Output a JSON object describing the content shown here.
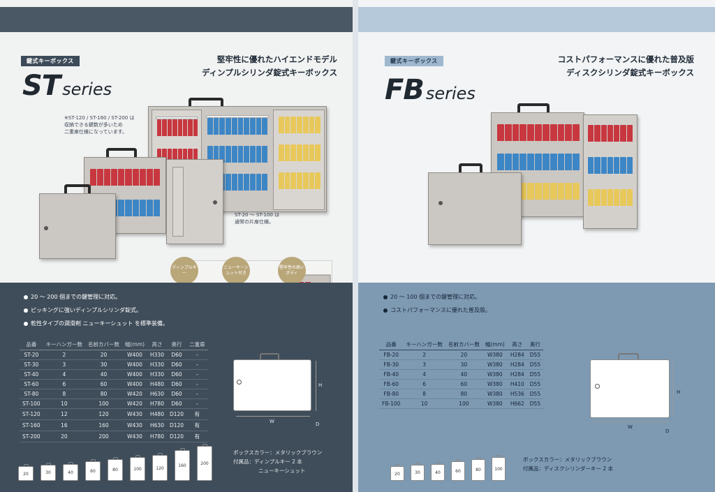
{
  "st": {
    "category": "鍵式キーボックス",
    "series_big": "ST",
    "series_small": "series",
    "tagline_1": "堅牢性に優れたハイエンドモデル",
    "tagline_2": "ディンプルシリンダ錠式キーボックス",
    "callout_1": [
      "※ST-120 / ST-160 / ST-200 は",
      "収納できる鍵数が多いため",
      "二重扉仕様になっています。"
    ],
    "callout_2": [
      "ST-20 ～ ST-100 は",
      "通常の片扉仕様。"
    ],
    "badges": [
      "ディンプルキー",
      "ニューキーシュット付き",
      "堅牢性の高いボディ"
    ],
    "features": [
      "20 ～ 200 個までの鍵管理に対応。",
      "ピッキングに強いディンプルシリンダ錠式。",
      "乾性タイプの潤滑剤 ニューキーシュット を標準装備。"
    ],
    "table_headers": [
      "品番",
      "キーハンガー数",
      "名前カバー数",
      "幅(mm)",
      "高さ",
      "奥行",
      "二重扉"
    ],
    "table_rows": [
      [
        "ST-20",
        "2",
        "20",
        "W400",
        "H330",
        "D60",
        "-"
      ],
      [
        "ST-30",
        "3",
        "30",
        "W400",
        "H330",
        "D60",
        "-"
      ],
      [
        "ST-40",
        "4",
        "40",
        "W400",
        "H330",
        "D60",
        "-"
      ],
      [
        "ST-60",
        "6",
        "60",
        "W400",
        "H480",
        "D60",
        "-"
      ],
      [
        "ST-80",
        "8",
        "80",
        "W420",
        "H630",
        "D60",
        "-"
      ],
      [
        "ST-100",
        "10",
        "100",
        "W420",
        "H780",
        "D60",
        "-"
      ],
      [
        "ST-120",
        "12",
        "120",
        "W430",
        "H480",
        "D120",
        "有"
      ],
      [
        "ST-160",
        "16",
        "160",
        "W430",
        "H630",
        "D120",
        "有"
      ],
      [
        "ST-200",
        "20",
        "200",
        "W430",
        "H780",
        "D120",
        "有"
      ]
    ],
    "dim_w": "W",
    "dim_h": "H",
    "dim_d": "D",
    "box_color": "ボックスカラー：メタリックブラウン",
    "accessory_1": "付属品：ディンプルキー 2 本",
    "accessory_2": "ニューキーシュット",
    "sizes": [
      "20",
      "30",
      "40",
      "60",
      "80",
      "100",
      "120",
      "160",
      "200"
    ]
  },
  "fb": {
    "category": "鍵式キーボックス",
    "series_big": "FB",
    "series_small": "series",
    "tagline_1": "コストパフォーマンスに優れた普及版",
    "tagline_2": "ディスクシリンダ錠式キーボックス",
    "features": [
      "20 ～ 100 個までの鍵管理に対応。",
      "コストパフォーマンスに優れた普及版。"
    ],
    "table_headers": [
      "品番",
      "キーハンガー数",
      "名前カバー数",
      "幅(mm)",
      "高さ",
      "奥行"
    ],
    "table_rows": [
      [
        "FB-20",
        "2",
        "20",
        "W380",
        "H284",
        "D55"
      ],
      [
        "FB-30",
        "3",
        "30",
        "W380",
        "H284",
        "D55"
      ],
      [
        "FB-40",
        "4",
        "40",
        "W380",
        "H284",
        "D55"
      ],
      [
        "FB-60",
        "6",
        "60",
        "W380",
        "H410",
        "D55"
      ],
      [
        "FB-80",
        "8",
        "80",
        "W380",
        "H536",
        "D55"
      ],
      [
        "FB-100",
        "10",
        "100",
        "W380",
        "H662",
        "D55"
      ]
    ],
    "dim_w": "W",
    "dim_h": "H",
    "dim_d": "D",
    "box_color": "ボックスカラー：メタリックブラウン",
    "accessory_1": "付属品：ディスクシリンダーキー 2 本",
    "sizes": [
      "20",
      "30",
      "40",
      "60",
      "80",
      "100"
    ]
  }
}
